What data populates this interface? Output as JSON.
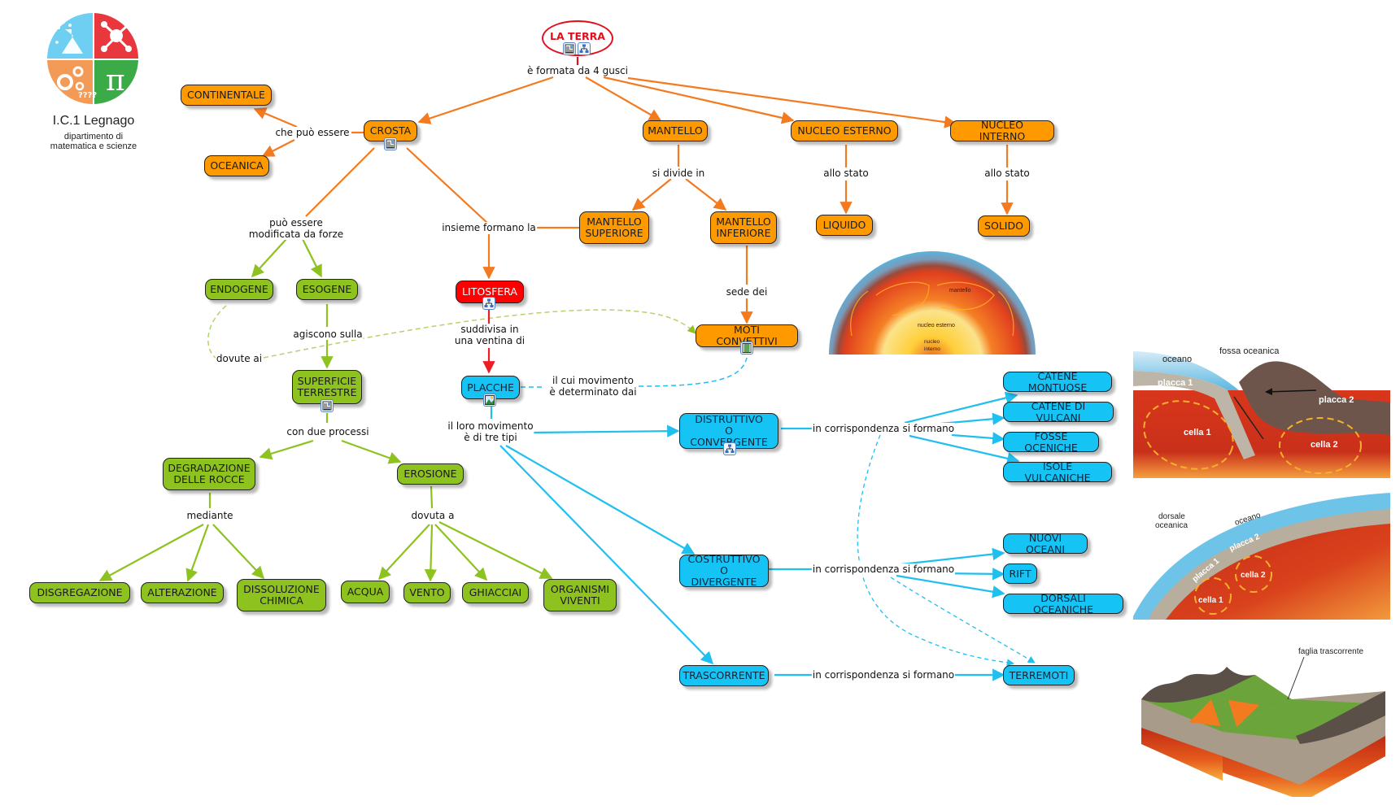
{
  "logo": {
    "school": "I.C.1 Legnago",
    "department": "dipartimento di\nmatematica e scienze",
    "quadrant_icons": [
      "flask-icon",
      "molecule-icon",
      "gears-icon",
      "pi-icon"
    ],
    "question_marks": "????"
  },
  "colors": {
    "orange": "#ff9900",
    "green": "#8dc21f",
    "blue": "#15c3f5",
    "red": "#ff0000",
    "root_border": "#e0101c",
    "link_orange": "#f47a20",
    "link_green": "#8dc21f",
    "link_blue": "#1fbfef",
    "link_red": "#ee1c24"
  },
  "root": {
    "label": "LA TERRA",
    "resources": [
      "document-image-icon",
      "concept-map-icon"
    ]
  },
  "nodes": {
    "continentale": "CONTINENTALE",
    "oceanica": "OCEANICA",
    "crosta": "CROSTA",
    "mantello": "MANTELLO",
    "nucleo_esterno": "NUCLEO ESTERNO",
    "nucleo_interno": "NUCLEO INTERNO",
    "mantello_superiore": "MANTELLO\nSUPERIORE",
    "mantello_inferiore": "MANTELLO\nINFERIORE",
    "liquido": "LIQUIDO",
    "solido": "SOLIDO",
    "endogene": "ENDOGENE",
    "esogene": "ESOGENE",
    "litosfera": "LITOSFERA",
    "moti_convettivi": "MOTI CONVETTIVI",
    "superficie_terrestre": "SUPERFICIE\nTERRESTRE",
    "placche": "PLACCHE",
    "distruttivo": "DISTRUTTIVO\nO CONVERGENTE",
    "costruttivo": "COSTRUTTIVO\nO DIVERGENTE",
    "trascorrente": "TRASCORRENTE",
    "degradazione": "DEGRADAZIONE\nDELLE ROCCE",
    "erosione": "EROSIONE",
    "disgregazione": "DISGREGAZIONE",
    "alterazione": "ALTERAZIONE",
    "dissoluzione": "DISSOLUZIONE\nCHIMICA",
    "acqua": "ACQUA",
    "vento": "VENTO",
    "ghiacciai": "GHIACCIAI",
    "organismi": "ORGANISMI\nVIVENTI",
    "catene_montuose": "CATENE MONTUOSE",
    "catene_vulcani": "CATENE DI VULCANI",
    "fosse": "FOSSE OCENICHE",
    "isole": "ISOLE VULCANICHE",
    "nuovi_oceani": "NUOVI OCEANI",
    "rift": "RIFT",
    "dorsali": "DORSALI OCEANICHE",
    "terremoti": "TERREMOTI"
  },
  "linking_phrases": {
    "formata": "è formata da 4 gusci",
    "che_puo": "che può essere",
    "si_divide": "si divide in",
    "allo_stato_1": "allo stato",
    "allo_stato_2": "allo stato",
    "puo_essere": "può essere\nmodificata da forze",
    "insieme": "insieme formano la",
    "sede": "sede dei",
    "agiscono": "agiscono sulla",
    "dovute": "dovute ai",
    "suddivisa": "suddivisa in\nuna ventina di",
    "cui_movimento": "il cui movimento\nè determinato dai",
    "loro_movimento": "il loro movimento\nè di tre tipi",
    "due_processi": "con due processi",
    "mediante": "mediante",
    "dovuta": "dovuta a",
    "corr_1": "in corrispondenza si formano",
    "corr_2": "in corrispondenza si formano",
    "corr_3": "in corrispondenza si formano"
  },
  "resource_icons": {
    "crosta": "document-image-icon",
    "litosfera": "concept-map-icon",
    "moti_convettivi": "video-icon",
    "superficie_terrestre": "document-image-icon",
    "placche": "image-icon",
    "distruttivo": "concept-map-icon"
  },
  "images": {
    "earth_section": {
      "labels": [
        "mantello",
        "nucleo esterno",
        "nucleo\ninterno"
      ]
    },
    "convergent": {
      "labels": [
        "oceano",
        "fossa oceanica",
        "placca 1",
        "placca 2",
        "cella 1",
        "cella 2"
      ]
    },
    "divergent": {
      "labels": [
        "dorsale\noceanica",
        "oceano",
        "placca 1",
        "placca 2",
        "cella 1",
        "cella 2"
      ]
    },
    "transform": {
      "labels": [
        "faglia trascorrente"
      ]
    }
  }
}
